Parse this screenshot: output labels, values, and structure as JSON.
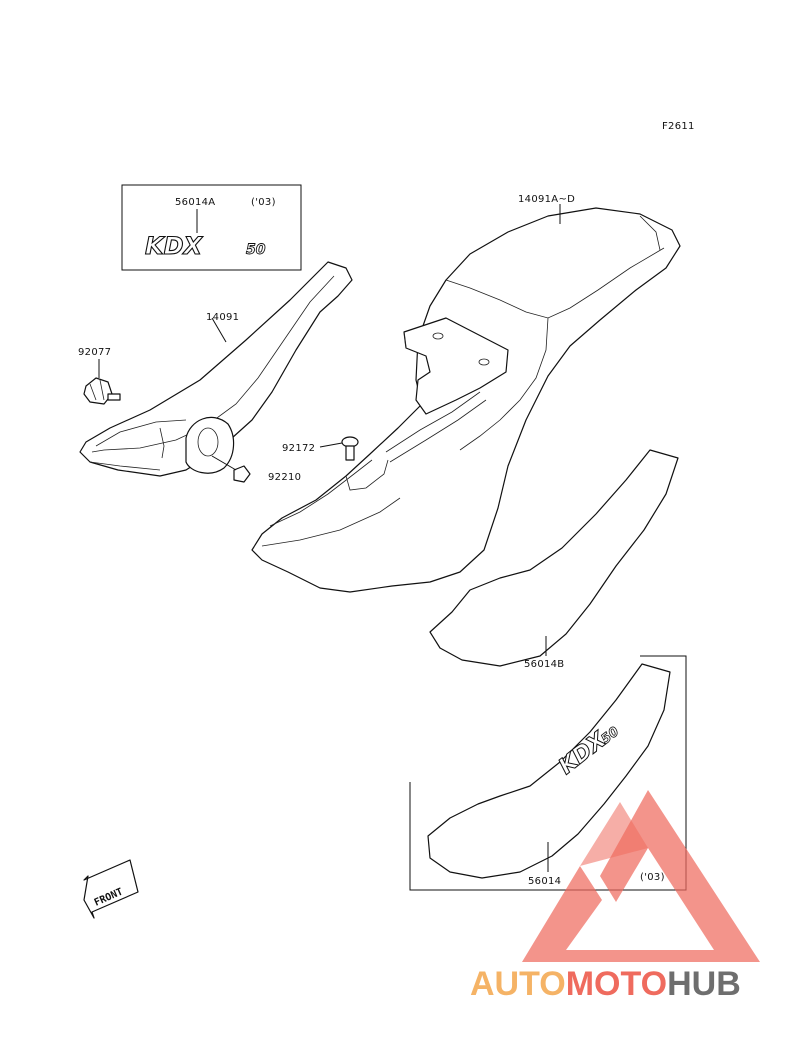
{
  "figure_code": "F2611",
  "parts": [
    {
      "id": "p-56014A",
      "number": "56014A",
      "note": "('03)"
    },
    {
      "id": "p-14091A",
      "number": "14091A~D"
    },
    {
      "id": "p-14091",
      "number": "14091"
    },
    {
      "id": "p-92077",
      "number": "92077"
    },
    {
      "id": "p-92172",
      "number": "92172"
    },
    {
      "id": "p-92210",
      "number": "92210"
    },
    {
      "id": "p-56014B",
      "number": "56014B"
    },
    {
      "id": "p-56014",
      "number": "56014",
      "note": "('03)"
    }
  ],
  "decal_text": "KDX50",
  "decal_text_main": "KDX",
  "decal_text_small": "50",
  "front_arrow_label": "FRONT",
  "watermark": {
    "brand_part1": "AUTO",
    "brand_part2": "MOTO",
    "brand_part3": "HUB",
    "color_orange": "#f5b366",
    "color_red": "#ef6b5e",
    "color_gray": "#6e6e6e"
  }
}
